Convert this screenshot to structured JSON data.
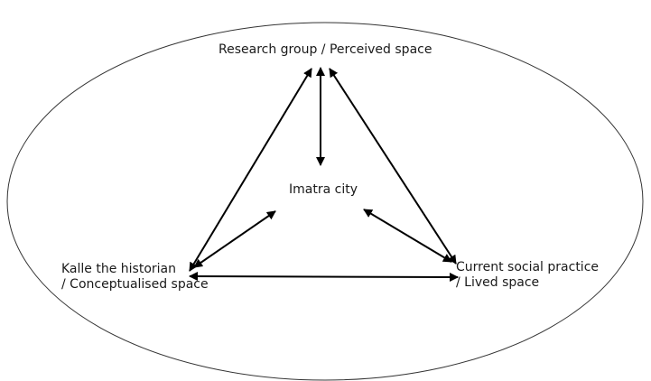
{
  "diagram": {
    "nodes": {
      "top": "Research group / Perceived space",
      "center": "Imatra city",
      "left_line1": "Kalle the historian",
      "left_line2": "/ Conceptualised space",
      "right_line1": "Current social practice",
      "right_line2": "/ Lived space"
    },
    "edges": [
      {
        "from": "Research group / Perceived space",
        "to": "Imatra city",
        "direction": "both"
      },
      {
        "from": "Research group / Perceived space",
        "to": "Kalle the historian / Conceptualised space",
        "direction": "both"
      },
      {
        "from": "Research group / Perceived space",
        "to": "Current social practice / Lived space",
        "direction": "both"
      },
      {
        "from": "Imatra city",
        "to": "Kalle the historian / Conceptualised space",
        "direction": "both"
      },
      {
        "from": "Imatra city",
        "to": "Current social practice / Lived space",
        "direction": "both"
      },
      {
        "from": "Kalle the historian / Conceptualised space",
        "to": "Current social practice / Lived space",
        "direction": "both"
      }
    ]
  }
}
